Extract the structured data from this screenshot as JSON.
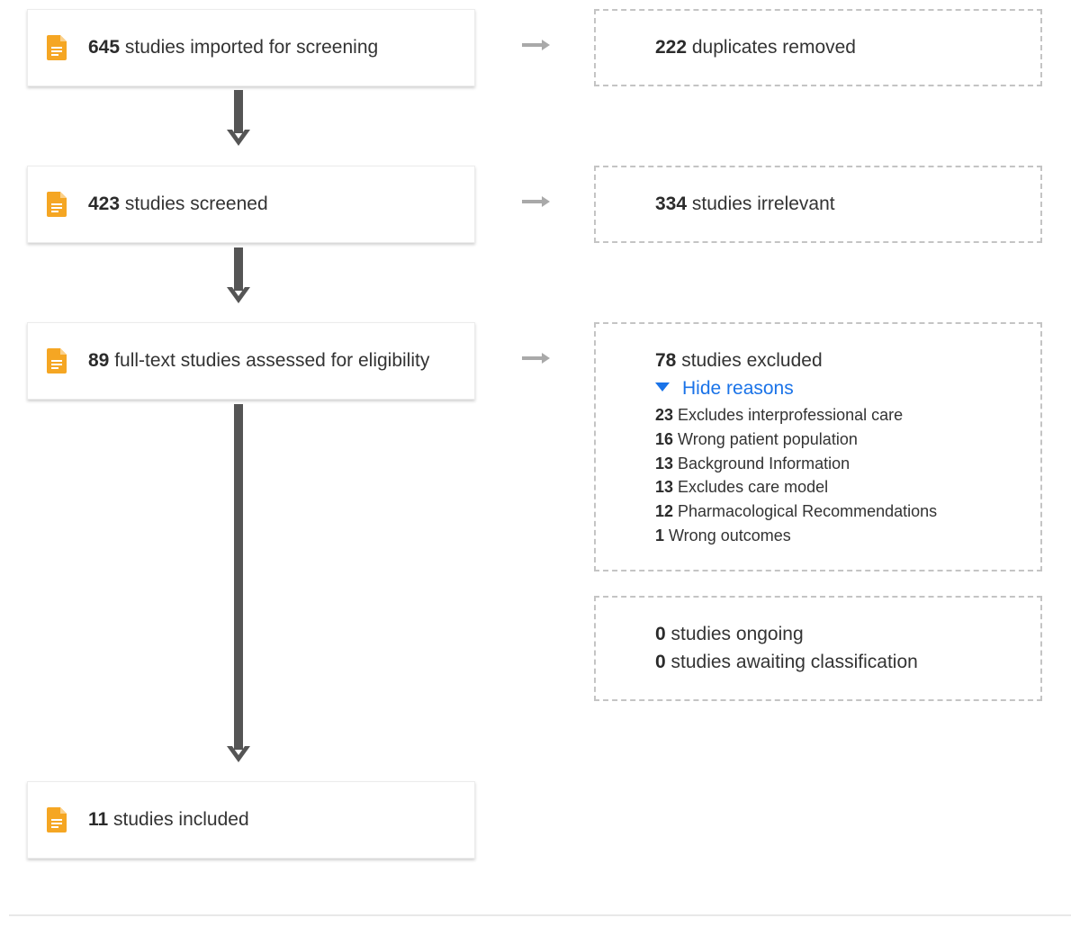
{
  "colors": {
    "icon": "#f5a623",
    "link": "#1a73e8",
    "arrow_main": "#555555",
    "arrow_side": "#a9a9a9",
    "dashed_border": "#c4c4c4"
  },
  "stages": [
    {
      "count": "645",
      "label": " studies imported for screening",
      "icon": "document-icon"
    },
    {
      "count": "423",
      "label": " studies screened",
      "icon": "document-icon"
    },
    {
      "count": "89",
      "label": " full-text studies assessed for eligibility",
      "icon": "document-icon"
    },
    {
      "count": "11",
      "label": " studies included",
      "icon": "document-icon"
    }
  ],
  "side": {
    "duplicates": {
      "count": "222",
      "label": " duplicates removed"
    },
    "irrelevant": {
      "count": "334",
      "label": " studies irrelevant"
    },
    "excluded": {
      "count": "78",
      "label": " studies excluded",
      "toggle_label": "Hide reasons",
      "reasons": [
        {
          "count": "23",
          "label": " Excludes interprofessional care"
        },
        {
          "count": "16",
          "label": " Wrong patient population"
        },
        {
          "count": "13",
          "label": " Background Information"
        },
        {
          "count": "13",
          "label": " Excludes care model"
        },
        {
          "count": "12",
          "label": " Pharmacological Recommendations"
        },
        {
          "count": "1",
          "label": " Wrong outcomes"
        }
      ]
    },
    "ongoing": {
      "count": "0",
      "label": " studies ongoing"
    },
    "awaiting": {
      "count": "0",
      "label": " studies awaiting classification"
    }
  }
}
